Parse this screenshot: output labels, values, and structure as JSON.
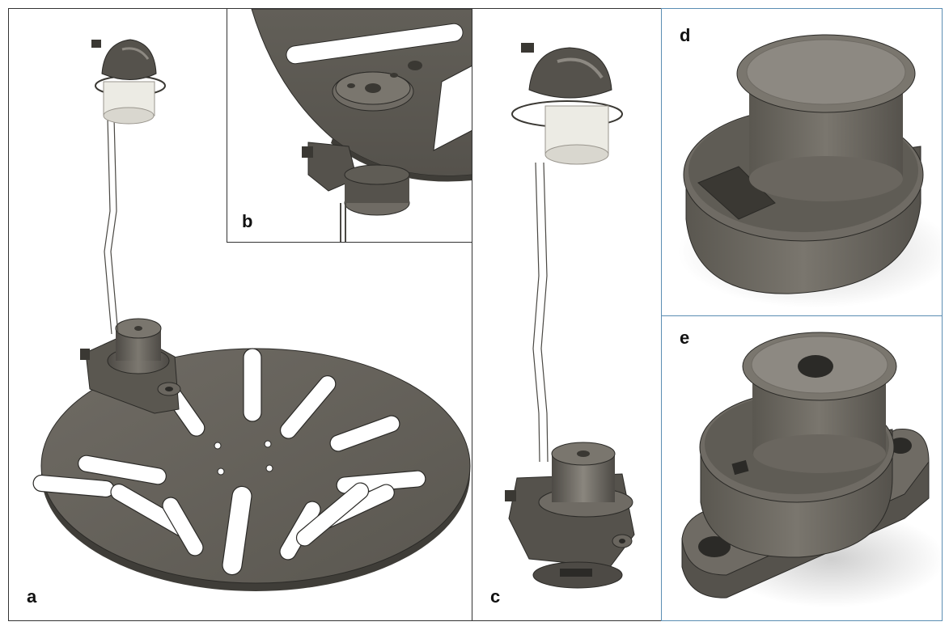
{
  "figure": {
    "panels": [
      {
        "id": "a",
        "label": "a"
      },
      {
        "id": "b",
        "label": "b"
      },
      {
        "id": "c",
        "label": "c"
      },
      {
        "id": "d",
        "label": "d"
      },
      {
        "id": "e",
        "label": "e"
      }
    ]
  },
  "colors": {
    "metal_dark": "#55524c",
    "metal_mid": "#6f6b64",
    "metal_light": "#8d8982",
    "cream": "#ecebe4",
    "panel_border_blue": "#5b8db3"
  }
}
